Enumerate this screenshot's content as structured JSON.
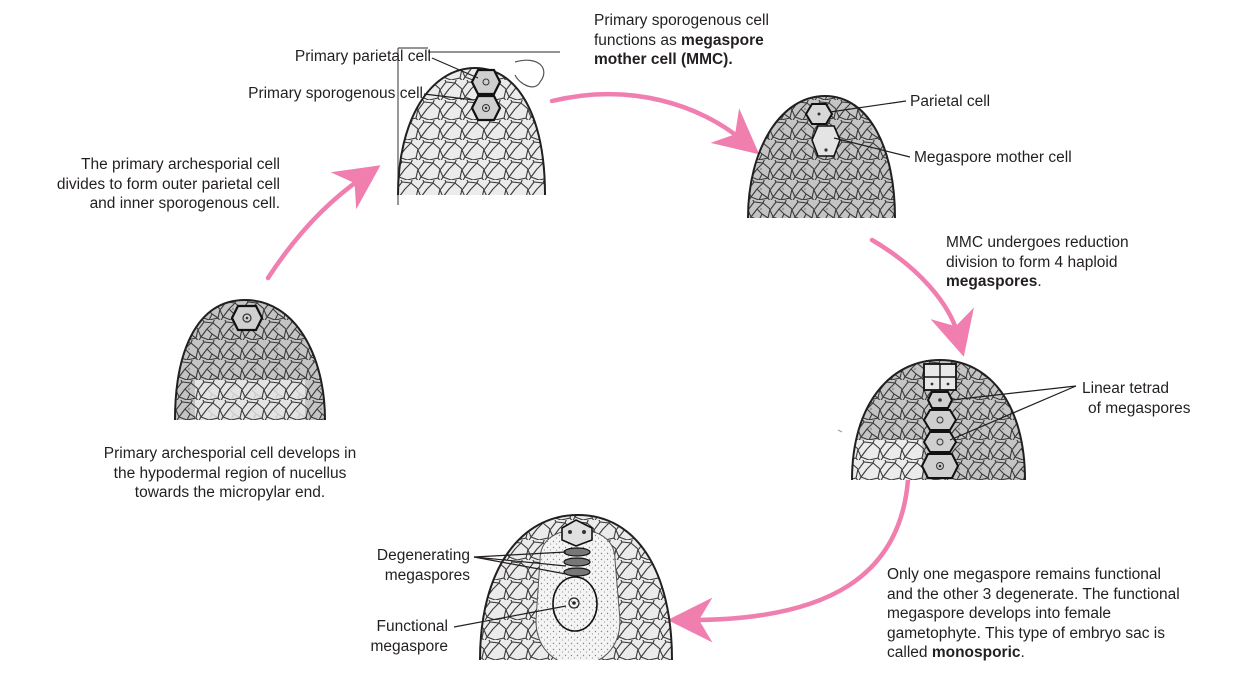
{
  "top_caption": {
    "line1": "Primary sporogenous cell",
    "line2_pre": "functions as ",
    "line2_bold": "megaspore",
    "line3_bold": "mother cell (MMC)."
  },
  "left_caption": {
    "line1": "The primary archesporial cell",
    "line2": "divides to form outer parietal cell",
    "line3": "and inner sporogenous cell."
  },
  "bottom_left_caption": {
    "line1": "Primary archesporial cell develops in",
    "line2": "the hypodermal region of nucellus",
    "line3": "towards the micropylar end."
  },
  "right_caption": {
    "line1": "MMC undergoes reduction",
    "line2": "division to form 4 haploid",
    "line3_bold": "megaspores",
    "line3_post": "."
  },
  "bottom_right_caption": {
    "line1": "Only one megaspore remains functional",
    "line2": "and the other 3 degenerate. The functional",
    "line3": "megaspore develops into female",
    "line4": "gametophyte. This type of embryo sac is",
    "line5_pre": "called ",
    "line5_bold": "monosporic",
    "line5_post": "."
  },
  "labels": {
    "primary_parietal": "Primary parietal cell",
    "primary_sporogenous": "Primary sporogenous cell",
    "parietal": "Parietal cell",
    "megaspore_mother": "Megaspore mother cell",
    "linear_tetrad_1": "Linear tetrad",
    "linear_tetrad_2": "of megaspores",
    "degenerating_1": "Degenerating",
    "degenerating_2": "megaspores",
    "functional_1": "Functional",
    "functional_2": "megaspore"
  },
  "colors": {
    "arrow": "#f07fb0",
    "cell_fill": "#bdbdbd",
    "cell_fill_light": "#e6e6e6",
    "outline": "#231f20"
  }
}
